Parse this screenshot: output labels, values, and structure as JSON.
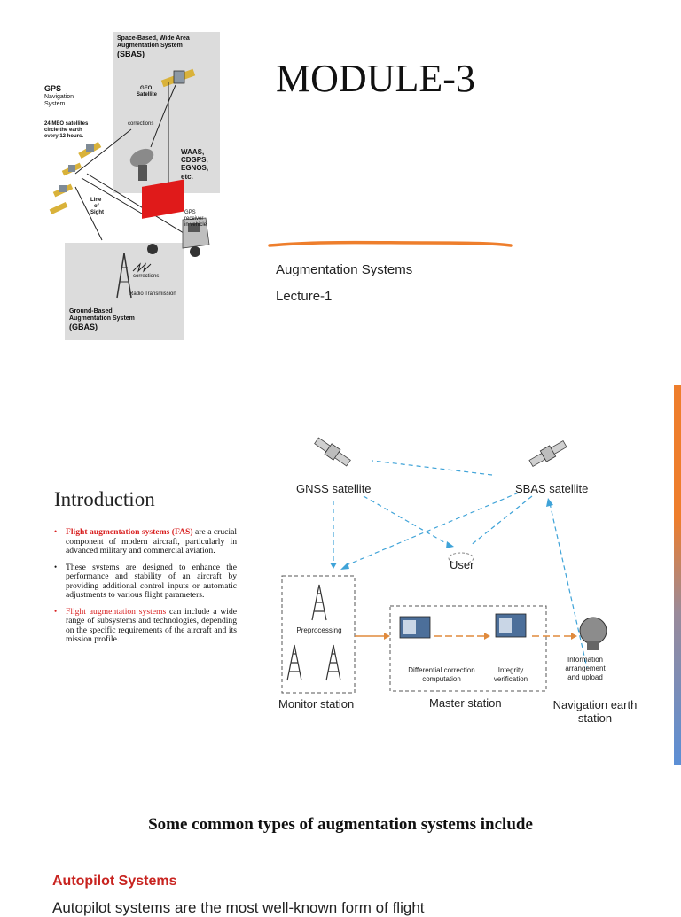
{
  "slide1": {
    "title": "MODULE-3",
    "subtitle_1": "Augmentation Systems",
    "subtitle_2": "Lecture-1",
    "colors": {
      "accent_line": "#ee7e2c"
    },
    "figure": {
      "sbas_title_1": "Space-Based, Wide Area",
      "sbas_title_2": "Augmentation System",
      "sbas_abbr": "(SBAS)",
      "gps_title": "GPS",
      "gps_sub_1": "Navigation",
      "gps_sub_2": "System",
      "gps_note_1": "24 MEO satellites",
      "gps_note_2": "circle the earth",
      "gps_note_3": "every 12 hours.",
      "geo_1": "GEO",
      "geo_2": "Satellite",
      "corrections_top": "corrections",
      "waas": "WAAS,",
      "cdgps": "CDGPS,",
      "egnos": "EGNOS,",
      "etc": "etc.",
      "los_1": "Line",
      "los_2": "of",
      "los_3": "Sight",
      "receiver_1": "GPS",
      "receiver_2": "receiver",
      "receiver_3": "in vehicle",
      "corrections_bottom": "corrections",
      "radio": "Radio Transmission",
      "gbas_title_1": "Ground-Based",
      "gbas_title_2": "Augmentation System",
      "gbas_abbr": "(GBAS)"
    }
  },
  "slide2": {
    "heading": "Introduction",
    "bullets": [
      {
        "highlight": "Flight augmentation systems (FAS)",
        "rest": " are a crucial component of modern aircraft, particularly in advanced military and commercial aviation."
      },
      {
        "text": "These systems are designed to enhance the performance and stability of an aircraft by providing additional control inputs or automatic adjustments to various flight parameters."
      },
      {
        "highlight": "Flight augmentation systems",
        "rest": " can include a wide range of subsystems and technologies, depending on the specific requirements of the aircraft and its mission profile."
      }
    ],
    "diagram": {
      "gnss_satellite": "GNSS satellite",
      "sbas_satellite": "SBAS satellite",
      "user": "User",
      "preprocessing": "Preprocessing",
      "diff_1": "Differential correction",
      "diff_2": "computation",
      "integ_1": "Integrity",
      "integ_2": "verification",
      "info_1": "Information",
      "info_2": "arrangement",
      "info_3": "and upload",
      "monitor_station": "Monitor station",
      "master_station": "Master station",
      "nav_earth_1": "Navigation earth",
      "nav_earth_2": "station"
    },
    "colors": {
      "side_bar_top": "#ee7e2c",
      "side_bar_bottom": "#5b8fd6",
      "link": "#3fa3d8",
      "flow": "#e08a3c"
    }
  },
  "slide3": {
    "heading": "Some common types of augmentation systems include",
    "subheading": "Autopilot Systems",
    "body_partial": "Autopilot systems are the most well-known form of flight",
    "colors": {
      "subheading": "#c8231f"
    }
  }
}
